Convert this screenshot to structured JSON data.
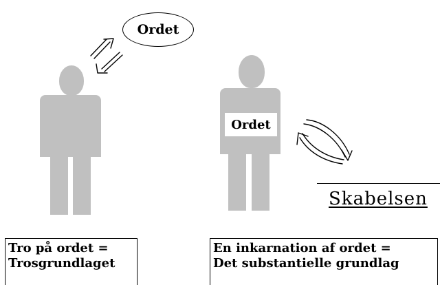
{
  "ellipse_label": "Ordet",
  "chest_label": "Ordet",
  "skabelsen_label": "Skabelsen",
  "caption_left": {
    "line1": "Tro på ordet =",
    "line2": "Trosgrundlaget"
  },
  "caption_right": {
    "line1": "En inkarnation af ordet =",
    "line2": "Det substantielle grundlag"
  },
  "colors": {
    "figure": "#c0c0c0",
    "ink": "#000000",
    "background": "#ffffff"
  }
}
